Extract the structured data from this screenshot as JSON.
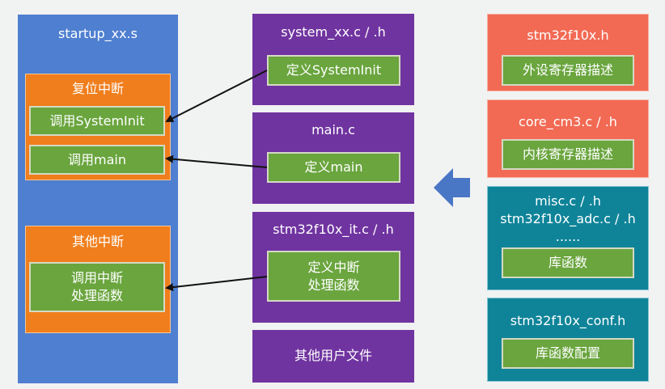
{
  "left": {
    "title": "startup_xx.s",
    "reset": {
      "title": "复位中断",
      "call_systeminit": "调用SystemInit",
      "call_main": "调用main"
    },
    "other": {
      "title": "其他中断",
      "call_handler": "调用中断\n处理函数"
    }
  },
  "middle": {
    "system": {
      "title": "system_xx.c / .h",
      "def": "定义SystemInit"
    },
    "main": {
      "title": "main.c",
      "def": "定义main"
    },
    "it": {
      "title": "stm32f10x_it.c / .h",
      "def": "定义中断\n处理函数"
    },
    "user": {
      "title": "其他用户文件"
    }
  },
  "right": {
    "stm32": {
      "title": "stm32f10x.h",
      "desc": "外设寄存器描述"
    },
    "core": {
      "title": "core_cm3.c / .h",
      "desc": "内核寄存器描述"
    },
    "lib": {
      "title": "misc.c / .h\nstm32f10x_adc.c / .h\n......",
      "desc": "库函数"
    },
    "conf": {
      "title": "stm32f10x_conf.h",
      "desc": "库函数配置"
    }
  },
  "colors": {
    "left_column": "#4f7fd0",
    "orange": "#f07e1c",
    "purple": "#7034a0",
    "red": "#f26a54",
    "teal": "#0f8499",
    "green": "#6aa53e",
    "big_arrow": "#4a77c5"
  }
}
